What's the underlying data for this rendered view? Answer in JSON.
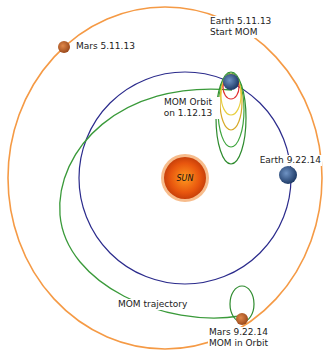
{
  "diagram": {
    "nodes": [
      {
        "text": [
          "SUN"
        ]
      }
    ],
    "labels": [
      "Mars 5.11.13",
      "Earth 5.11.13",
      "Start MOM",
      "MOM Orbit on 1.12.13",
      "Earth 9.22.14",
      "MOM trajectory",
      "Mars 9.22.14",
      "MOM in Orbit"
    ]
  }
}
